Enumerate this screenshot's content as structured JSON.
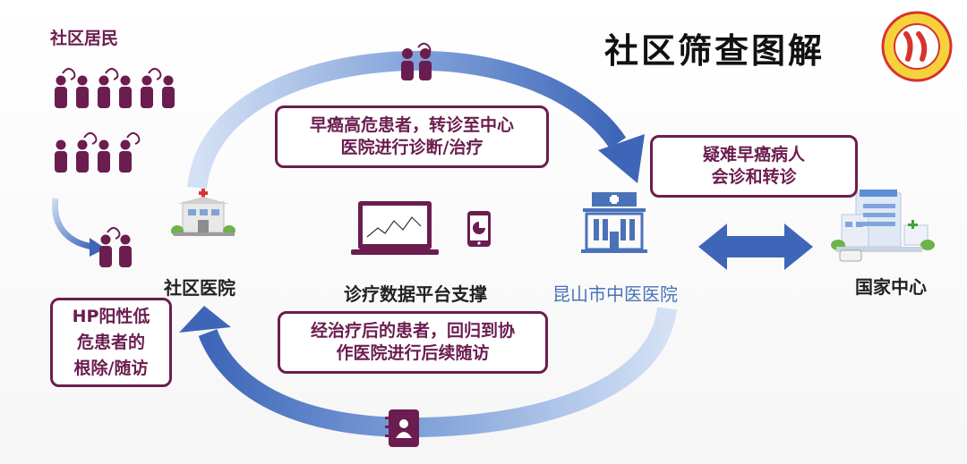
{
  "title": "社区筛查图解",
  "labels": {
    "residents": "社区居民",
    "community_hospital": "社区医院",
    "platform": "诊疗数据平台支撑",
    "central_hospital": "昆山市中医医院",
    "national_center": "国家中心"
  },
  "boxes": {
    "referral": [
      "早癌高危患者，转诊至中心",
      "医院进行诊断/治疗"
    ],
    "consult": [
      "疑难早癌病人",
      "会诊和转诊"
    ],
    "followup": [
      "经治疗后的患者，回归到协",
      "作医院进行后续随访"
    ],
    "hp": [
      "HP阳性低",
      "危患者的",
      "根除/随访"
    ]
  },
  "colors": {
    "purple": "#6b1d4f",
    "arrow_blue": "#3e66b8",
    "arrow_light": "#a9c2ea",
    "central_text": "#4a72b8"
  }
}
